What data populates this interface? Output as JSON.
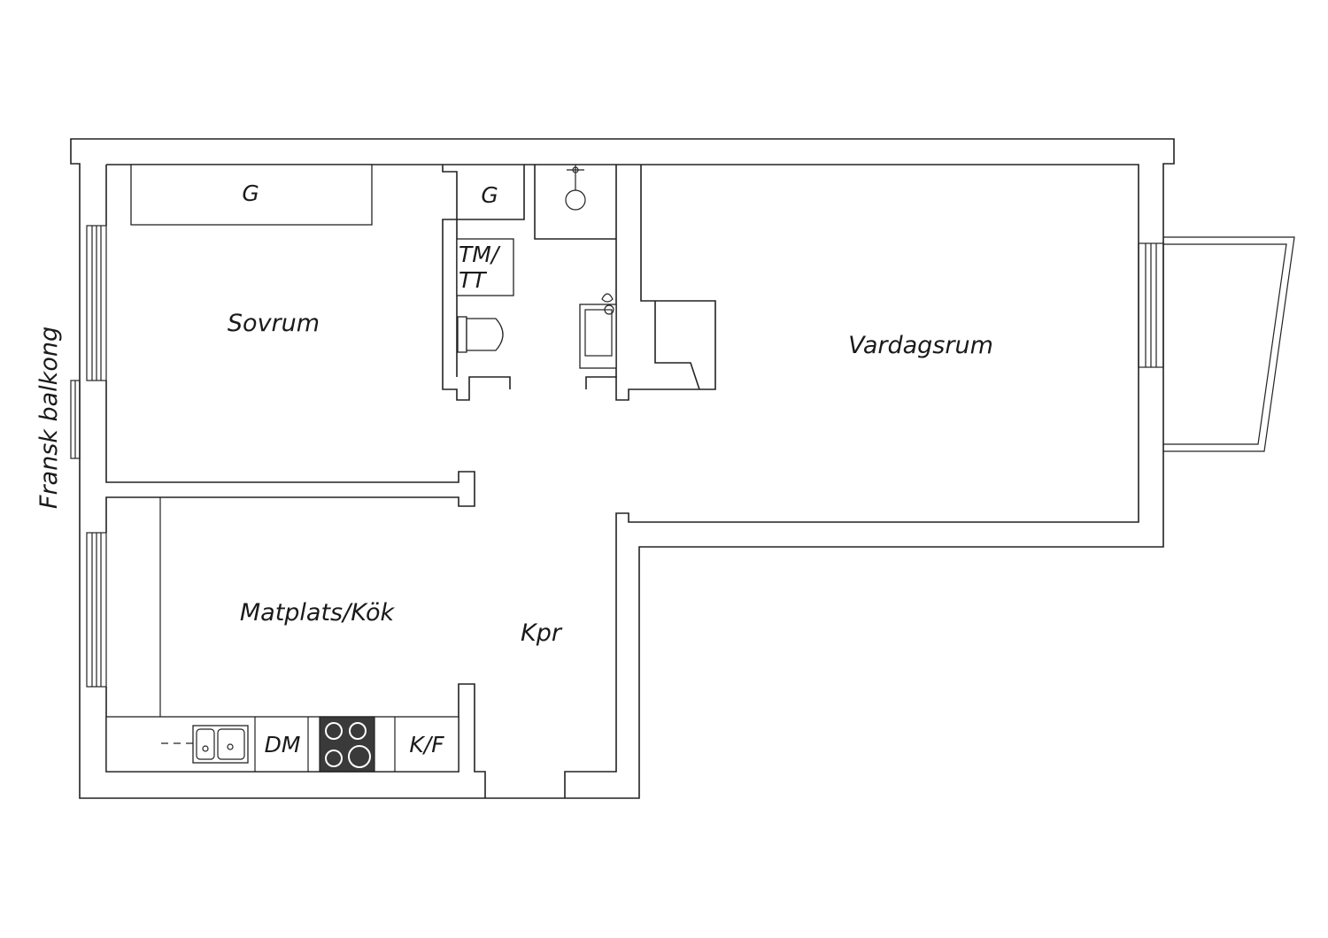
{
  "rooms": {
    "sovrum": "Sovrum",
    "vardagsrum": "Vardagsrum",
    "matplats_kok": "Matplats/Kök",
    "kpr": "Kpr"
  },
  "fixtures": {
    "wardrobe_bedroom": "G",
    "wardrobe_hall": "G",
    "washer_dryer_line1": "TM/",
    "washer_dryer_line2": "TT",
    "dishwasher": "DM",
    "fridge_freezer": "K/F"
  },
  "exterior": {
    "balcony_label": "Fransk balkong"
  },
  "colors": {
    "line": "#222222",
    "background": "#ffffff",
    "stove": "#3a3a3a"
  }
}
